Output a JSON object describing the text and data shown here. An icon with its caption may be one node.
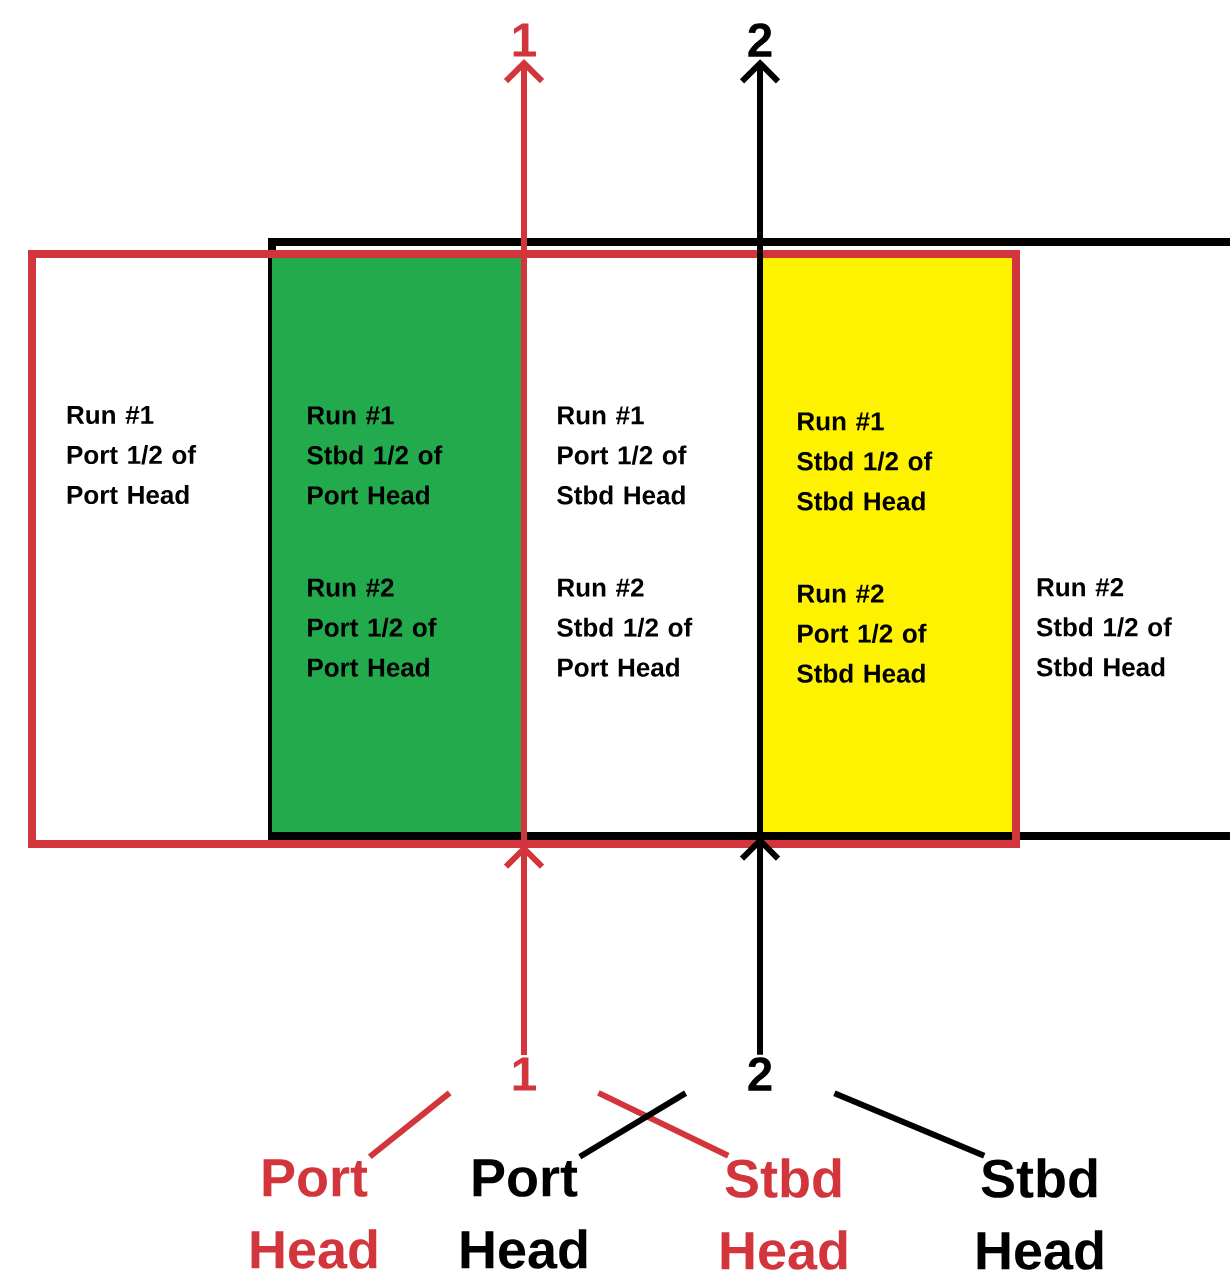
{
  "diagram": {
    "nodes": [
      {
        "text": [],
        "shape": "box"
      },
      {
        "text": [],
        "shape": "box"
      },
      {
        "text": [
          "Run #1 Port 1/2 of Port Head"
        ],
        "in": 0
      },
      {
        "text": [
          "Run #1 Stbd 1/2 of Port Head",
          "Run #2 Port 1/2 of Port Head"
        ]
      },
      {
        "text": [
          "Run #1 Port 1/2 of Stbd Head",
          "Run #2 Stbd 1/2 of Port Head"
        ]
      },
      {
        "text": [
          "Run #1 Stbd 1/2 of Stbd Head",
          "Run #2 Port 1/2 of Stbd Head"
        ]
      },
      {
        "text": [
          "Run #2 Stbd 1/2 of Stbd Head"
        ],
        "in": 1
      },
      {
        "text": [
          "1"
        ]
      },
      {
        "text": [
          "2"
        ]
      },
      {
        "text": [
          "1"
        ]
      },
      {
        "text": [
          "2"
        ]
      },
      {
        "text": [
          "Port Head"
        ]
      },
      {
        "text": [
          "Port Head"
        ]
      },
      {
        "text": [
          "Stbd Head"
        ]
      },
      {
        "text": [
          "Stbd Head"
        ]
      }
    ],
    "edges": [
      {
        "from": 11,
        "to": 9,
        "arrow": "none",
        "color": "#d2353b"
      },
      {
        "from": 13,
        "to": 9,
        "arrow": "none",
        "color": "#d2353b"
      },
      {
        "from": 12,
        "to": 10,
        "arrow": "none",
        "color": "#000000"
      },
      {
        "from": 14,
        "to": 10,
        "arrow": "none",
        "color": "#000000"
      },
      {
        "from": 9,
        "to": 0,
        "arrow": "to",
        "color": "#d2353b"
      },
      {
        "from": 0,
        "to": 7,
        "arrow": "to",
        "color": "#d2353b"
      },
      {
        "from": 10,
        "to": 1,
        "arrow": "to",
        "color": "#000000"
      },
      {
        "from": 1,
        "to": 8,
        "arrow": "to",
        "color": "#000000"
      }
    ]
  }
}
